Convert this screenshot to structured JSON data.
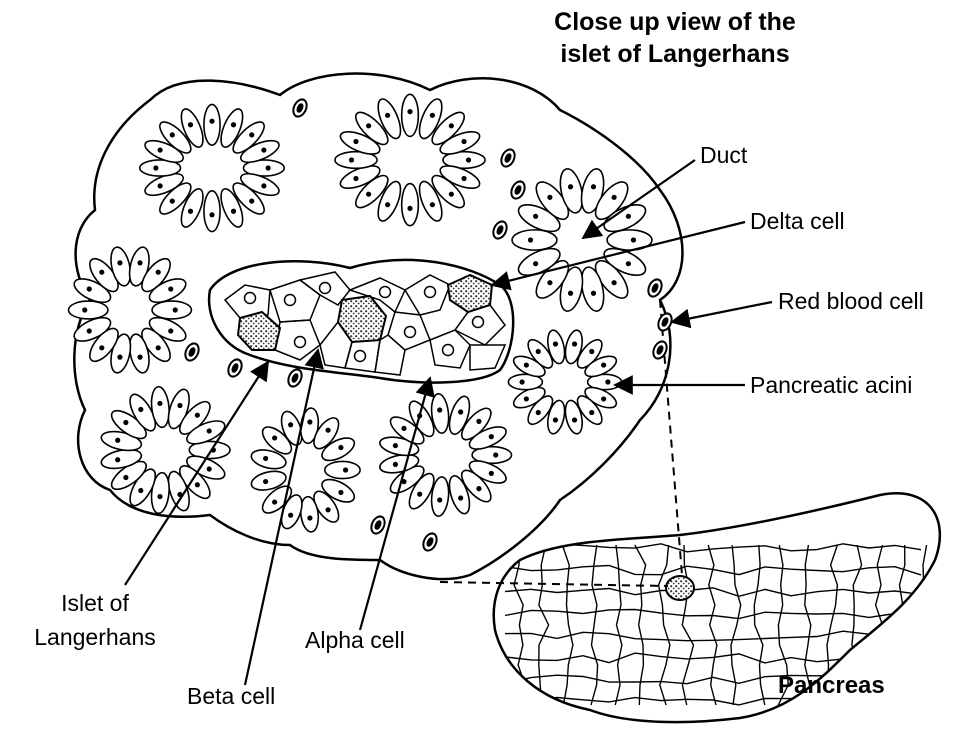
{
  "title": {
    "line1": "Close up view of the",
    "line2": "islet of Langerhans"
  },
  "labels": {
    "duct": "Duct",
    "delta_cell": "Delta cell",
    "red_blood_cell": "Red blood cell",
    "pancreatic_acini": "Pancreatic acini",
    "islet_line1": "Islet of",
    "islet_line2": "Langerhans",
    "alpha_cell": "Alpha cell",
    "beta_cell": "Beta cell",
    "pancreas": "Pancreas"
  },
  "colors": {
    "ink": "#000000",
    "paper": "#ffffff",
    "granule": "#555555"
  }
}
